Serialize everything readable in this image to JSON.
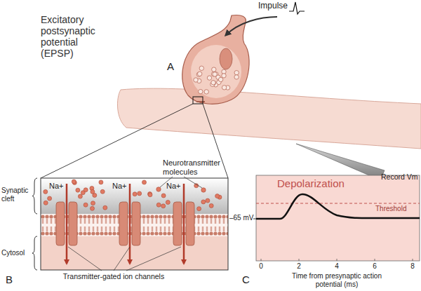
{
  "diagram": {
    "title": "Excitatory postsynaptic potential (EPSP)",
    "labels": [
      "Impulse",
      "A",
      "Record Vm",
      "Neurotransmitter molecules",
      "Na+",
      "Na+",
      "Na+",
      "Synaptic cleft",
      "Cytosol",
      "Transmitter-gated ion channels",
      "B",
      "Depolarization",
      "Threshold",
      "–65 mV",
      "0",
      "2",
      "4",
      "6",
      "8",
      "Time from presynaptic action potential (ms)",
      "C"
    ]
  }
}
